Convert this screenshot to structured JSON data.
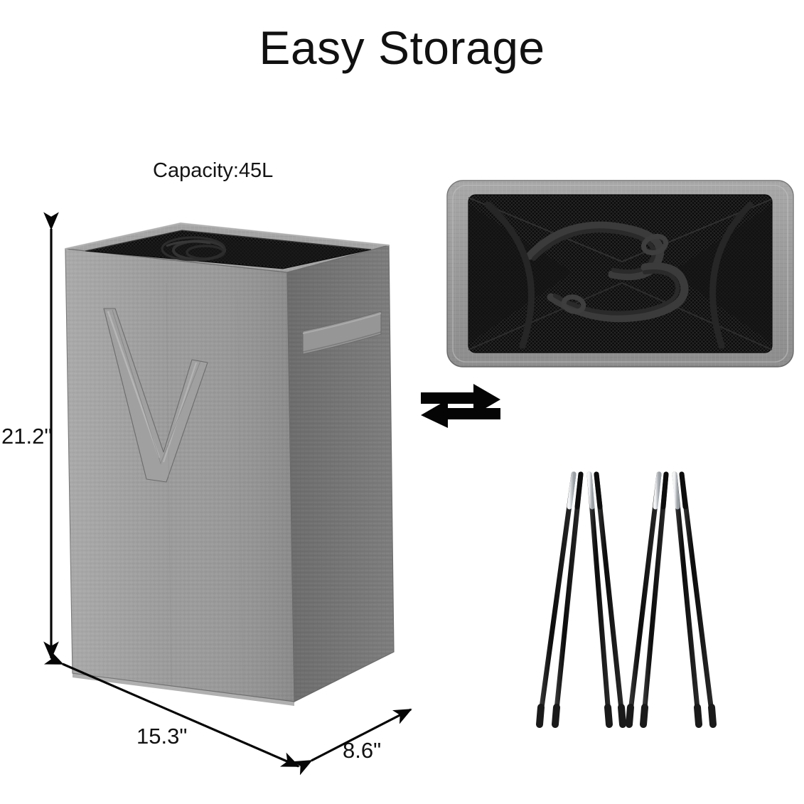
{
  "page": {
    "title": "Easy Storage",
    "background_color": "#ffffff"
  },
  "product": {
    "name": "Collapsible Laundry Hamper",
    "capacity_label": "Capacity:45L",
    "fabric_color": "#949494",
    "fabric_color_dark": "#7d7d7d",
    "fabric_color_light": "#a8a8a8",
    "mesh_color": "#111111",
    "rod_color": "#141414",
    "ferrule_color": "#d6dadd"
  },
  "dimensions": {
    "height": "21.2\"",
    "width": "15.3\"",
    "depth": "8.6\"",
    "unit": "inches"
  },
  "icons": {
    "convert_arrows": "double-arrow-icon",
    "height_arrow": "vertical-dimension-arrow-icon",
    "width_arrow": "diagonal-dimension-arrow-icon",
    "depth_arrow": "diagonal-dimension-arrow-icon"
  },
  "views": {
    "upright": "upright-hamper-view",
    "folded": "folded-hamper-top-view",
    "rods": "support-rods-view"
  },
  "rods": {
    "group_count": 2,
    "rods_per_group": 4
  }
}
